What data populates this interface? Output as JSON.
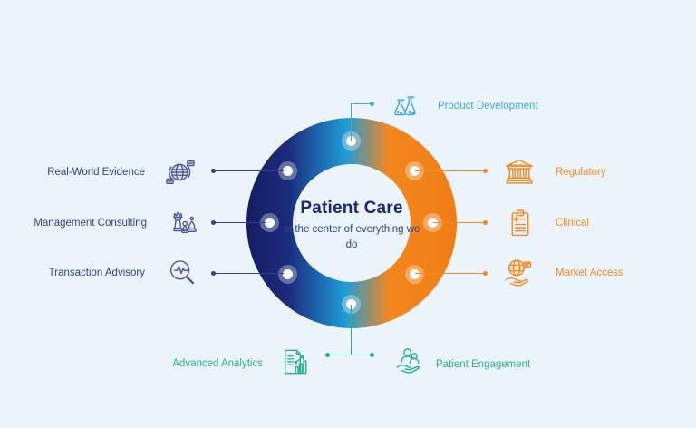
{
  "background": "#ECF4FB",
  "colors": {
    "navy": "#33408F",
    "navy_icon": "#4B57A3",
    "navy_dark": "#1B2874",
    "orange": "#F5891F",
    "light_blue": "#3FA9DC",
    "teal": "#2AAE92",
    "ring_navy": "#161D62",
    "ring_blue": "#1E9CD6",
    "ring_orange": "#F5861E",
    "dot_white": "#FFFFFF"
  },
  "center": {
    "title": "Patient Care",
    "subtitle": "at the center of everything we do"
  },
  "spokes": {
    "top": {
      "label": "Product Development",
      "icon": "flasks-icon"
    },
    "right": [
      {
        "label": "Regulatory",
        "icon": "bank-icon"
      },
      {
        "label": "Clinical",
        "icon": "medical-clipboard-icon"
      },
      {
        "label": "Market Access",
        "icon": "globe-hand-icon"
      }
    ],
    "left": [
      {
        "label": "Real-World Evidence",
        "icon": "globe-transfer-icon"
      },
      {
        "label": "Management Consulting",
        "icon": "chess-pieces-icon"
      },
      {
        "label": "Transaction Advisory",
        "icon": "search-pulse-icon"
      }
    ],
    "bottom": [
      {
        "label": "Advanced Analytics",
        "icon": "document-chart-icon"
      },
      {
        "label": "Patient Engagement",
        "icon": "people-hand-icon"
      }
    ]
  }
}
